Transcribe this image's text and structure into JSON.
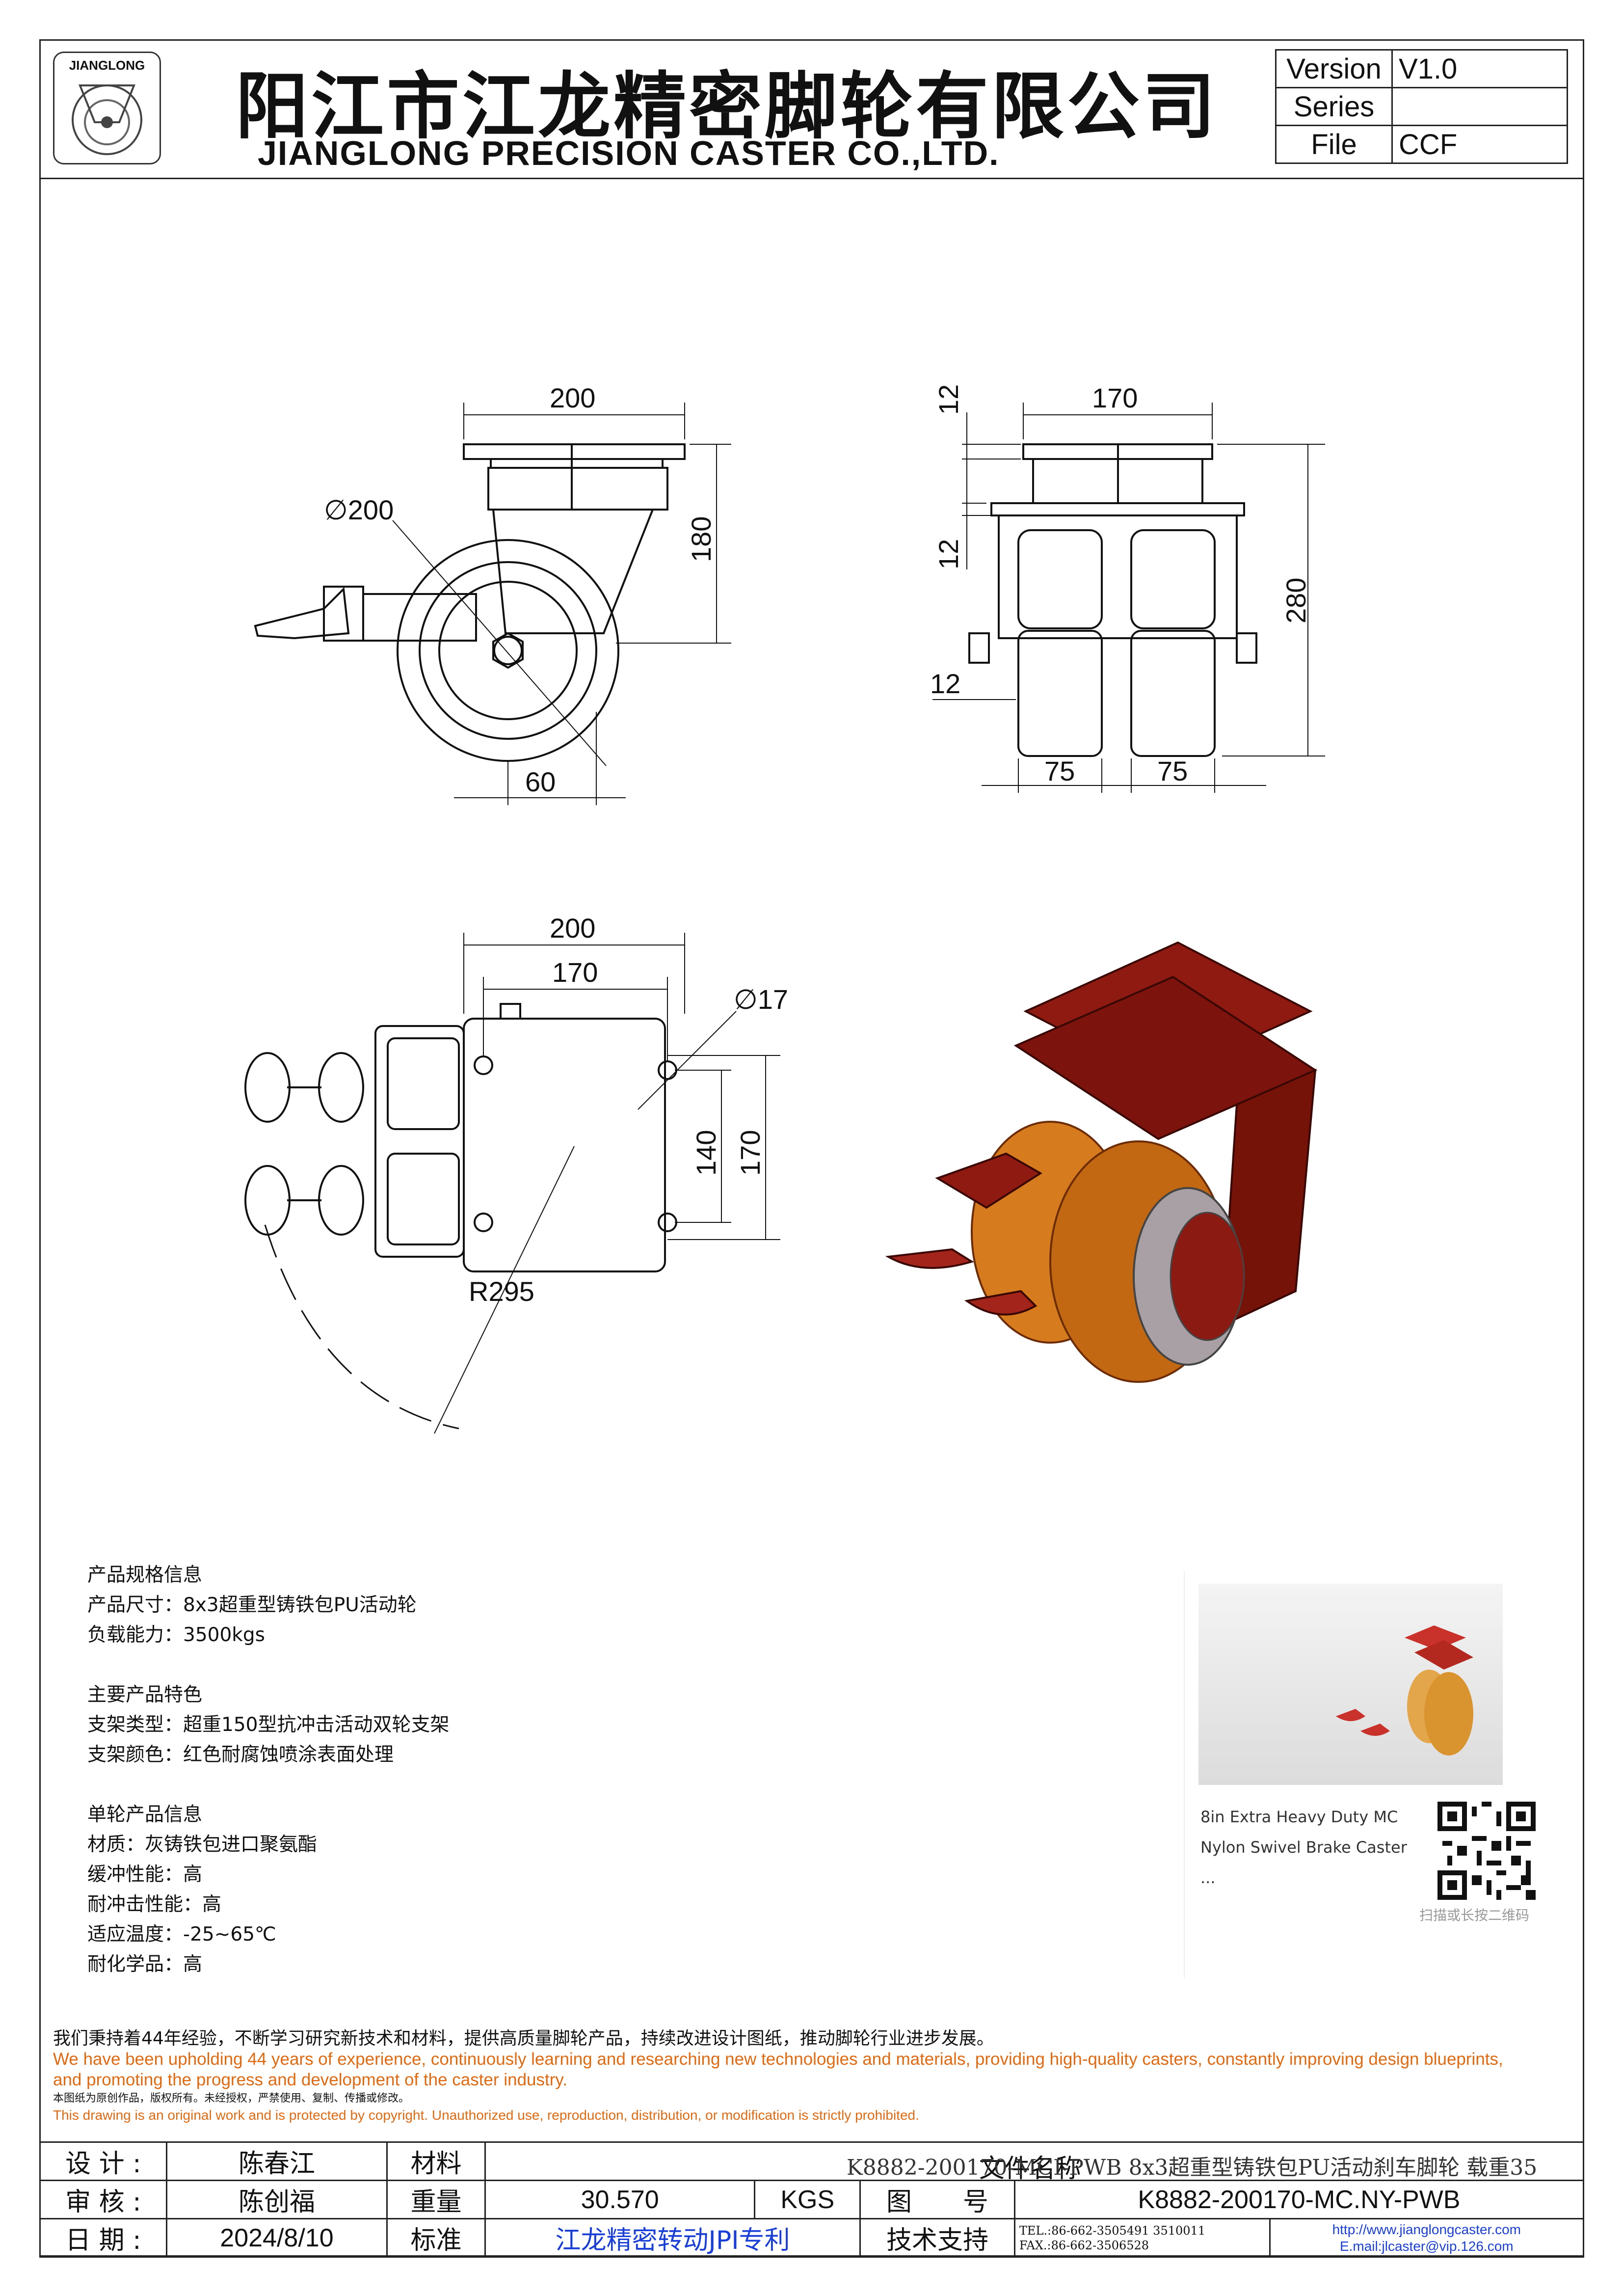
{
  "header": {
    "logo_text": "JIANGLONG",
    "company_cn": "阳江市江龙精密脚轮有限公司",
    "company_en": "JIANGLONG PRECISION CASTER CO.,LTD.",
    "version_label": "Version",
    "version_value": "V1.0",
    "series_label": "Series",
    "series_value": "",
    "file_label": "File",
    "file_value": "CCF"
  },
  "drawing": {
    "side_view": {
      "d200": "200",
      "dia200": "∅200",
      "d180": "180",
      "d60": "60"
    },
    "front_view": {
      "d170": "170",
      "d12a": "12",
      "d12b": "12",
      "d12c": "12",
      "d280": "280",
      "d75a": "75",
      "d75b": "75"
    },
    "top_view": {
      "d200": "200",
      "d170": "170",
      "dia17": "∅17",
      "d140": "140",
      "d170v": "170",
      "r295": "R295"
    }
  },
  "info": {
    "section1_title": "产品规格信息",
    "size": "产品尺寸：8x3超重型铸铁包PU活动轮",
    "load": "负载能力：3500kgs",
    "section2_title": "主要产品特色",
    "bracket_type": "支架类型：超重150型抗冲击活动双轮支架",
    "bracket_color": "支架颜色：红色耐腐蚀喷涂表面处理",
    "section3_title": "单轮产品信息",
    "material": "材质：灰铸铁包进口聚氨酯",
    "cushion": "缓冲性能：高",
    "impact": "耐冲击性能：高",
    "temperature": "适应温度：-25~65℃",
    "chemical": "耐化学品：高"
  },
  "promo": {
    "caption": "8in Extra Heavy Duty MC Nylon Swivel Brake Caster ...",
    "qr_caption": "扫描或长按二维码"
  },
  "declaration": {
    "cn": "我们秉持着44年经验，不断学习研究新技术和材料，提供高质量脚轮产品，持续改进设计图纸，推动脚轮行业进步发展。",
    "en1": "We have been upholding 44 years of experience, continuously learning and researching new technologies and materials, providing high-quality casters, constantly improving design blueprints,",
    "en2": "and promoting the progress and development of the caster industry.",
    "copyright_cn": "本图纸为原创作品，版权所有。未经授权，严禁使用、复制、传播或修改。",
    "copyright_en": "This drawing is an original work and is protected by copyright. Unauthorized use, reproduction, distribution, or modification is strictly prohibited."
  },
  "title_block": {
    "design_label": "设 计 :",
    "design_value": "陈春江",
    "material_label": "材料",
    "file_name_overlay": "K8882-200170-MCI-PWB 8x3超重型铸铁包PU活动刹车脚轮 载重35",
    "file_name_label": "文件名称",
    "review_label": "审 核 :",
    "review_value": "陈创福",
    "weight_label": "重量",
    "weight_value": "30.570",
    "weight_unit": "KGS",
    "drawing_no_label": "图　　号",
    "drawing_no_value": "K8882-200170-MC.NY-PWB",
    "date_label": "日 期 :",
    "date_value": "2024/8/10",
    "standard_label": "标准",
    "standard_value": "江龙精密转动JPI专利",
    "support_label": "技术支持",
    "tel": "TEL.:86-662-3505491  3510011",
    "fax": "FAX.:86-662-3506528",
    "website": "http://www.jianglongcaster.com",
    "email": "E.mail:jlcaster@vip.126.com"
  }
}
